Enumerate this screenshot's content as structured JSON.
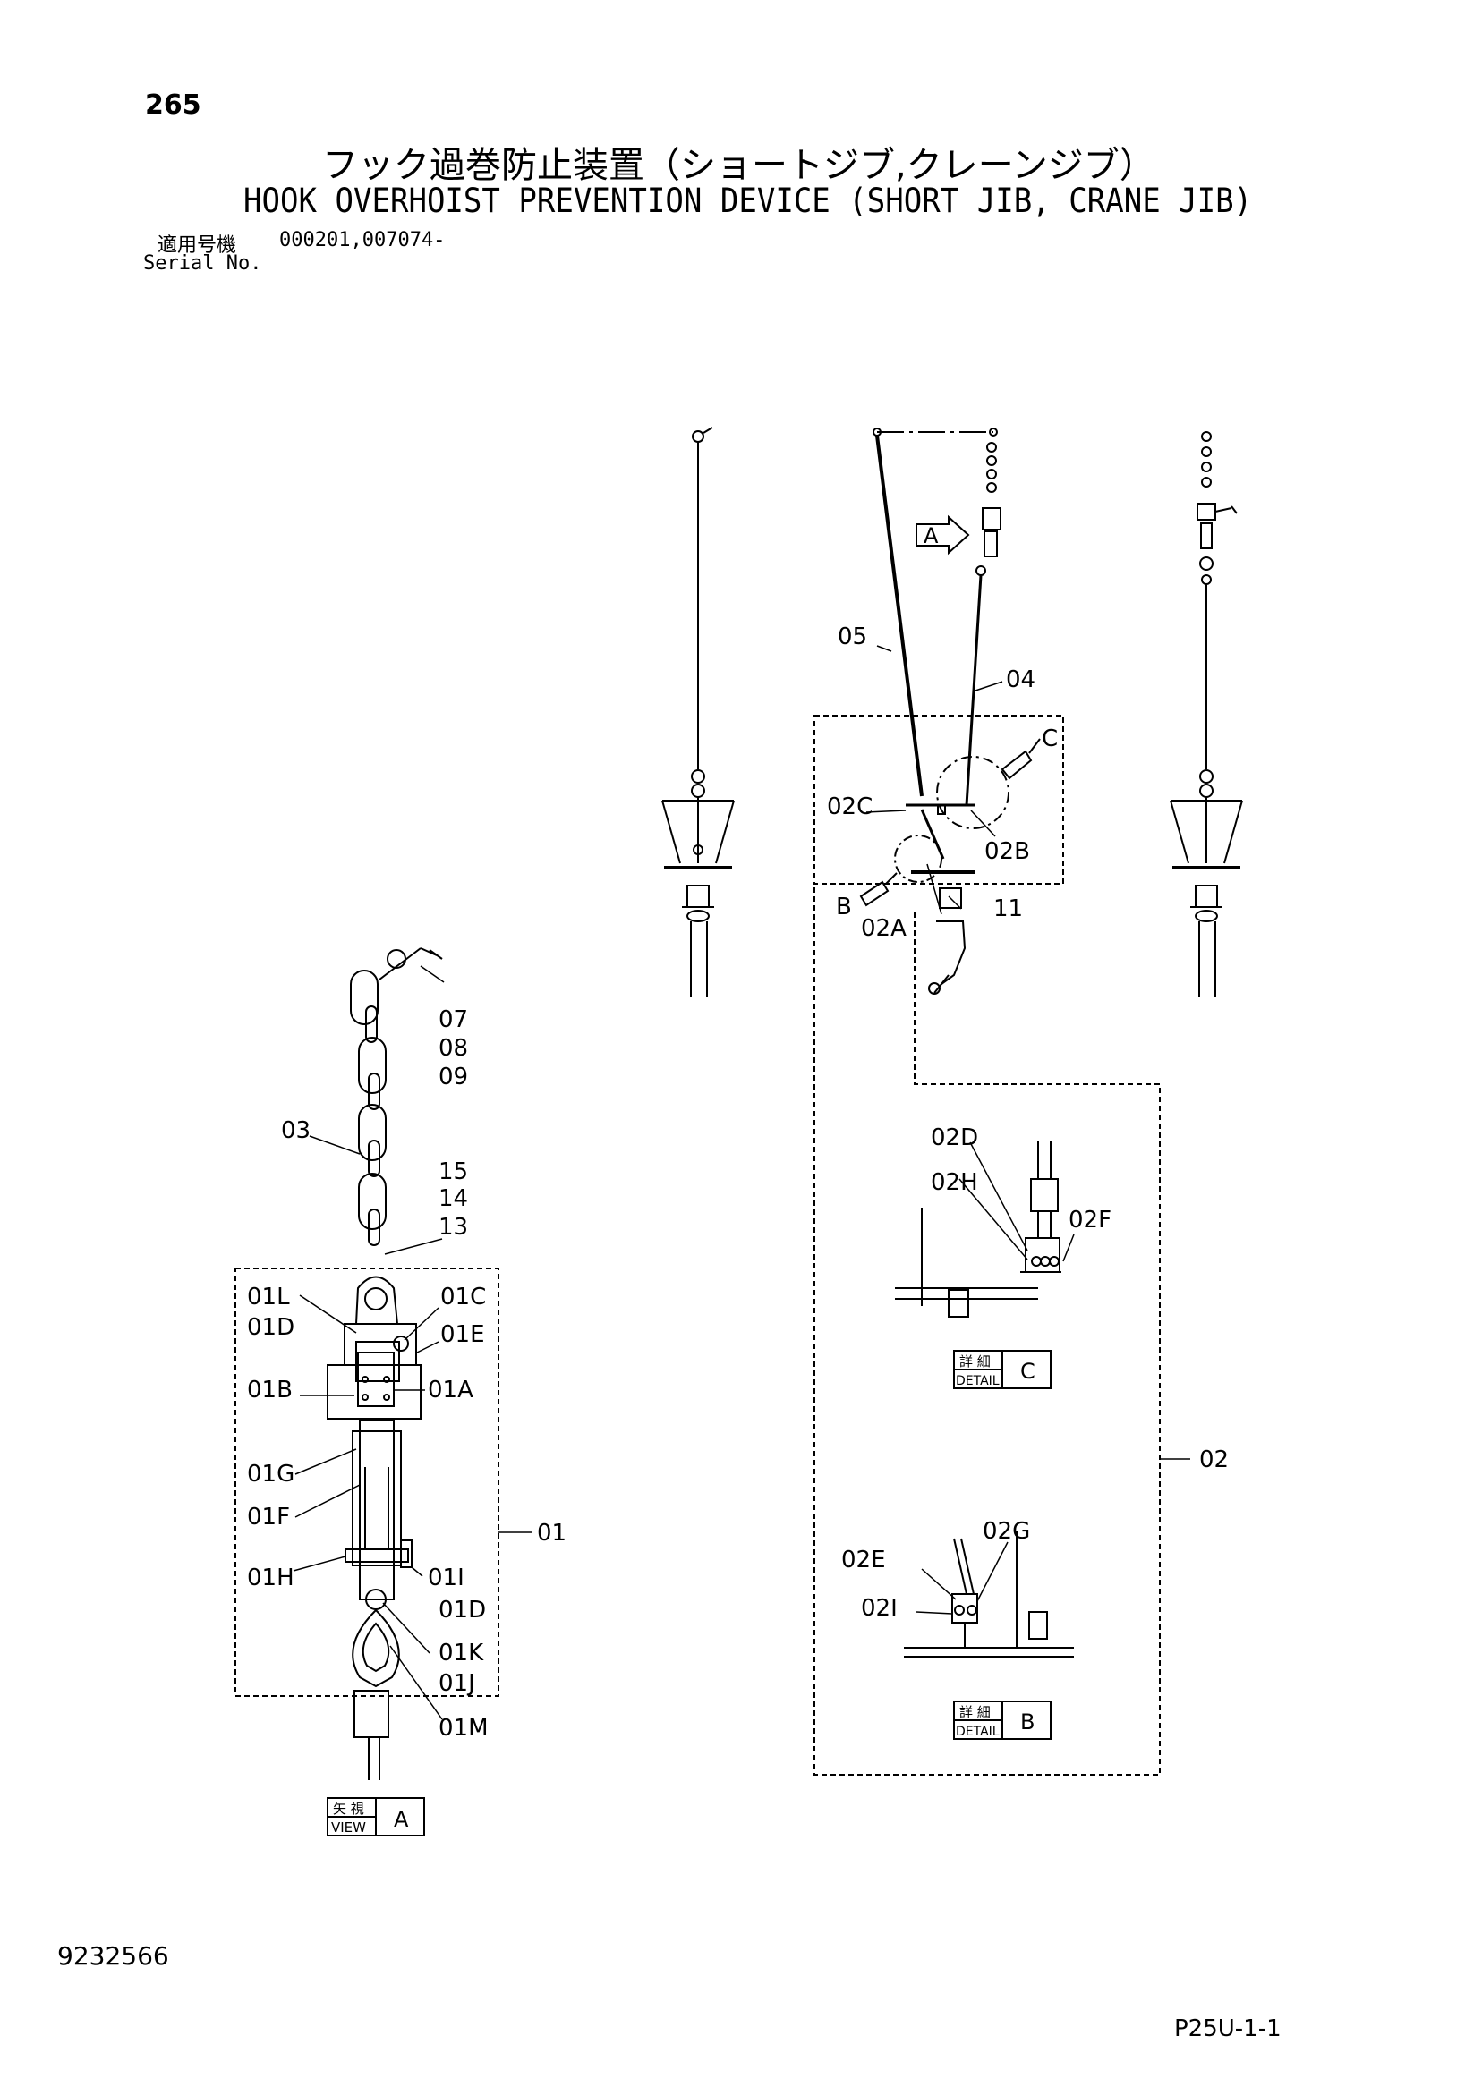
{
  "header": {
    "page_number": "265",
    "title_jp": "フック過巻防止装置（ショートジブ,クレーンジブ）",
    "title_en": "HOOK OVERHOIST PREVENTION DEVICE (SHORT JIB, CRANE JIB)",
    "serial_label_jp": "適用号機",
    "serial_label_en": "Serial No.",
    "serial_value": "000201,007074-"
  },
  "footer": {
    "drawing_number": "9232566",
    "sheet_code": "P25U-1-1"
  },
  "callouts": {
    "c01": "01",
    "c01A": "01A",
    "c01B": "01B",
    "c01C": "01C",
    "c01D_top": "01D",
    "c01D_bottom": "01D",
    "c01E": "01E",
    "c01F": "01F",
    "c01G": "01G",
    "c01H": "01H",
    "c01I": "01I",
    "c01J": "01J",
    "c01K": "01K",
    "c01L": "01L",
    "c01M": "01M",
    "c02": "02",
    "c02A": "02A",
    "c02B": "02B",
    "c02C": "02C",
    "c02D": "02D",
    "c02E": "02E",
    "c02F": "02F",
    "c02G": "02G",
    "c02H": "02H",
    "c02I": "02I",
    "c03": "03",
    "c04": "04",
    "c05": "05",
    "c07": "07",
    "c08": "08",
    "c09": "09",
    "c11": "11",
    "c13": "13",
    "c14": "14",
    "c15": "15",
    "marker_A": "A",
    "marker_B": "B",
    "marker_C": "C"
  },
  "views": {
    "view_a_jp": "矢 視",
    "view_a_en": "VIEW",
    "view_a_letter": "A",
    "detail_c_jp": "詳 細",
    "detail_c_en": "DETAIL",
    "detail_c_letter": "C",
    "detail_b_jp": "詳 細",
    "detail_b_en": "DETAIL",
    "detail_b_letter": "B"
  }
}
